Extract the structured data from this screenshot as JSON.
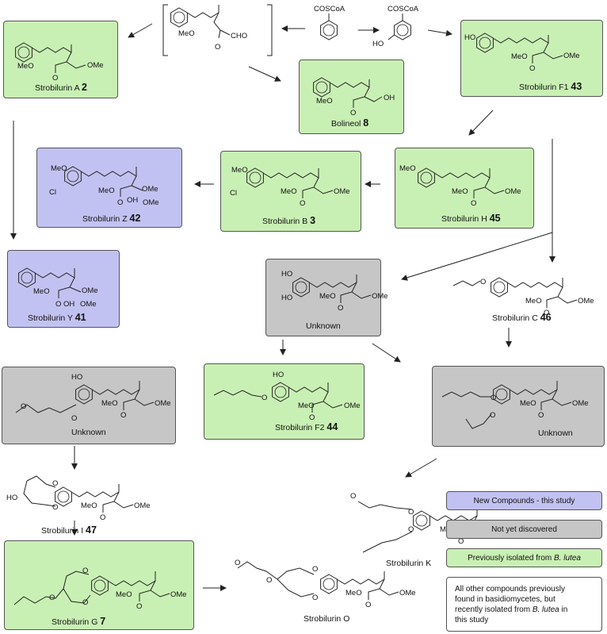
{
  "precursors": {
    "benzoyl": "COSCoA",
    "hydroxybenzoyl": "COSCoA",
    "hydroxy": "HO"
  },
  "intermediate": {
    "ester": "MeO",
    "aldehyde": "CHO"
  },
  "compounds": [
    {
      "id": "strob-a",
      "name": "Strobilurin A",
      "num": "2"
    },
    {
      "id": "bolineol",
      "name": "Bolineol",
      "num": "8"
    },
    {
      "id": "strob-f1",
      "name": "Strobilurin F1",
      "num": "43"
    },
    {
      "id": "strob-z",
      "name": "Strobilurin Z",
      "num": "42"
    },
    {
      "id": "strob-b",
      "name": "Strobilurin B",
      "num": "3"
    },
    {
      "id": "strob-h",
      "name": "Strobilurin H",
      "num": "45"
    },
    {
      "id": "strob-y",
      "name": "Strobilurin Y",
      "num": "41"
    },
    {
      "id": "unknown-1",
      "name": "Unknown",
      "num": ""
    },
    {
      "id": "strob-c",
      "name": "Strobilurin C",
      "num": "46"
    },
    {
      "id": "unknown-2",
      "name": "Unknown",
      "num": ""
    },
    {
      "id": "strob-f2",
      "name": "Strobilurin F2",
      "num": "44"
    },
    {
      "id": "unknown-3",
      "name": "Unknown",
      "num": ""
    },
    {
      "id": "strob-i",
      "name": "Strobilurin I",
      "num": "47"
    },
    {
      "id": "strob-k",
      "name": "Strobilurin K",
      "num": ""
    },
    {
      "id": "strob-g",
      "name": "Strobilurin G",
      "num": "7"
    },
    {
      "id": "strob-o",
      "name": "Strobilurin O",
      "num": ""
    }
  ],
  "atom_labels": {
    "meo": "MeO",
    "ome": "OMe",
    "oh": "OH",
    "ho": "HO",
    "o": "O",
    "cl": "Cl"
  },
  "legend": {
    "new": "New Compounds - this study",
    "not_discovered": "Not yet discovered",
    "previously_prefix": "Previously isolated from ",
    "previously_species": "B. lutea",
    "other_l1": "All other compounds previously",
    "other_l2": "found in basidiomycetes, but",
    "other_l3_prefix": "recently isolated from ",
    "other_l3_species": "B. lutea",
    "other_l3_suffix": " in",
    "other_l4": "this study"
  },
  "colors": {
    "new": "#c2c2f2",
    "not_discovered": "#c6c6c6",
    "previously": "#c9f0b4",
    "other": "#ffffff"
  }
}
